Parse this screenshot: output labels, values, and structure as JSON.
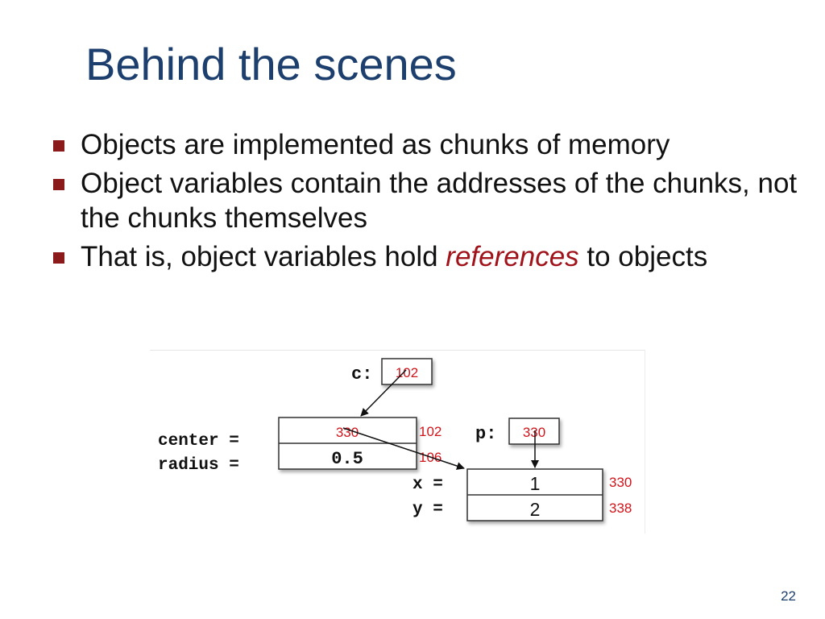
{
  "slide": {
    "title": "Behind the scenes",
    "page_number": "22"
  },
  "bullets": [
    {
      "text": "Objects are implemented as chunks of memory"
    },
    {
      "text": "Object variables contain the addresses of the chunks, not the chunks themselves"
    },
    {
      "text_before": "That is, object variables hold ",
      "emphasis": "references",
      "text_after": " to objects"
    }
  ],
  "diagram": {
    "c_label": "c:",
    "c_value": "102",
    "p_label": "p:",
    "p_value": "330",
    "circle": {
      "center_label": "center =",
      "radius_label": "radius =",
      "center_value": "330",
      "radius_value": "0.5",
      "center_address": "102",
      "radius_address": "106"
    },
    "point": {
      "x_label": "x =",
      "y_label": "y =",
      "x_value": "1",
      "y_value": "2",
      "x_address": "330",
      "y_address": "338"
    },
    "colors": {
      "address": "#d0141b",
      "title": "#1c3f6e",
      "bullet_marker": "#8b1a1a",
      "emphasis": "#a0131a"
    }
  }
}
